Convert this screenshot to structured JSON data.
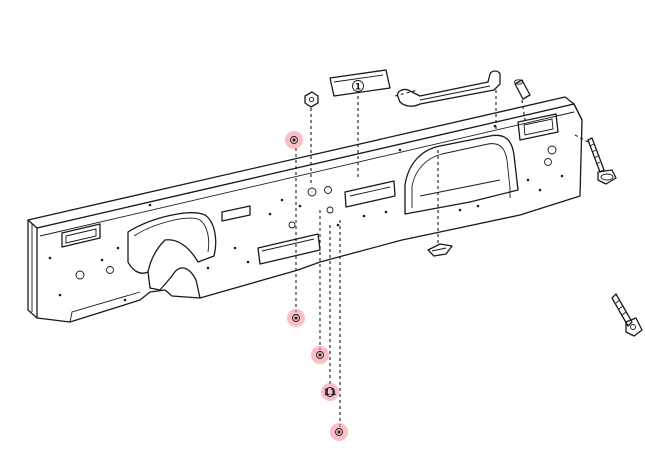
{
  "diagram": {
    "callouts": [
      {
        "id": "callout-1",
        "label": "1"
      },
      {
        "id": "callout-11",
        "label": "11"
      }
    ],
    "highlighted_fasteners": 5,
    "colors": {
      "line": "#1a1a1a",
      "highlight": "#f28a9a",
      "background": "#ffffff"
    }
  }
}
